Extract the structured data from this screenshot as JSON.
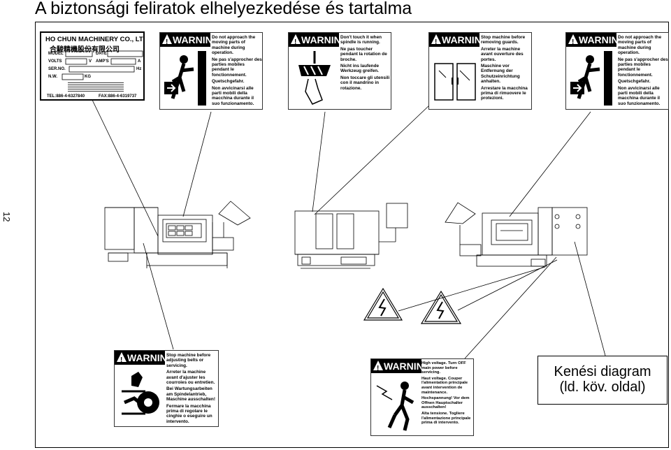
{
  "title": "A biztonsági feliratok elhelyezkedése és tartalma",
  "page_number": "12",
  "nameplate": {
    "company": "HO CHUN MACHINERY CO., LTD.",
    "company_cn": "合駿精機股份有限公司",
    "model_label": "MODEL",
    "date_label": "DATE",
    "volts_label": "VOLTS",
    "amps_label": "AMP'S",
    "v_unit": "V",
    "a_unit": "A",
    "serno_label": "SER.NO.",
    "hz_unit": "Hz",
    "nw_label": "N.W.",
    "kg_unit": "KG",
    "tel": "TEL:886-4-6327840",
    "fax": "FAX:886-4-6319737"
  },
  "warning_word": "WARNING",
  "signs": {
    "s1": [
      "Do not approach the moving parts of machine during operation.",
      "Ne pas s'approcher des parties mobiles pendant le fonctionnement.",
      "Quetschgefahr.",
      "Non avvicinarsi alle parti mobili della macchina durante il suo funzionamento."
    ],
    "s2": [
      "Don't touch it when spindle is running.",
      "Ne pas toucher pendant la rotation de broche.",
      "Nicht ins laufende Werkzeug greifen.",
      "Non toccare gli utensili con il mandrino in rotazione."
    ],
    "s3": [
      "Stop machine before removing guards.",
      "Arreter la machine avant ouverture des portes.",
      "Maschine vor Entfernung der Schutzeinrichtung anhalten.",
      "Arrestare la macchina prima di rimuovere le protezioni."
    ],
    "s4": [
      "Do not approach the moving parts of machine during operation.",
      "Ne pas s'approcher des parties mobiles pendant le fonctionnement.",
      "Quetschgefahr.",
      "Non avvicinarsi alle parti mobili della macchina durante il suo funzionamento."
    ],
    "s5": [
      "Stop machine before adjusting belts or servicing.",
      "Arreter la machine avant d'ajuster les courroies ou entretien.",
      "Bei Wartungsarbeiten am Spindelantrieb, Maschine ausschalten!",
      "Fermare la macchina prima di regolare le cinghie o eseguire un intervento."
    ],
    "s6": [
      "High voltage. Turn OFF main power before servicing.",
      "Haut voltage. Couper l'alimentation principale avant intervention de maintenance.",
      "Hochspannung! Vor dem Offnen Hauptschalter ausschalten!",
      "Alta tensione. Togliere l'alimentazione principale prima di intervento."
    ]
  },
  "kenesi_line1": "Kenési diagram",
  "kenesi_line2": "(ld. köv. oldal)"
}
